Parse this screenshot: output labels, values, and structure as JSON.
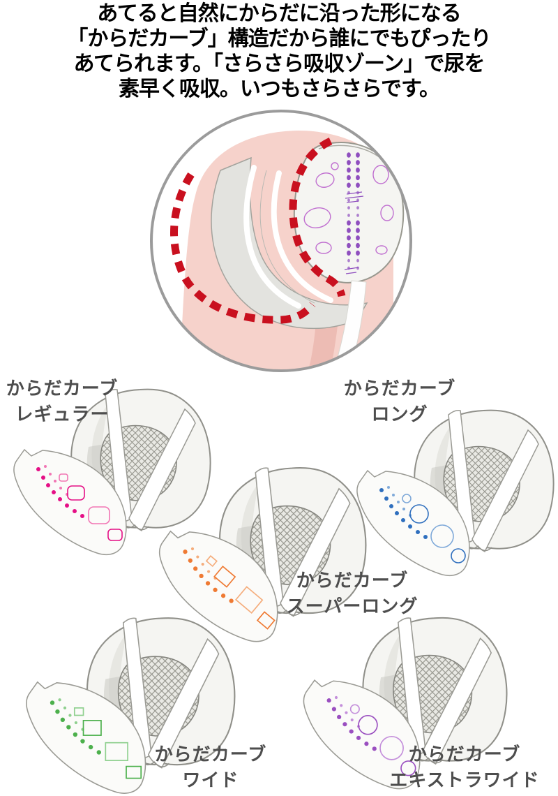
{
  "header": {
    "lines": [
      "あてると自然にからだに沿った形になる",
      "「からだカーブ」構造だから誰にでもぴったり",
      "あてられます。「さらさら吸収ゾーン」で尿を",
      "素早く吸収。いつもさらさらです。"
    ]
  },
  "hero": {
    "description": "body-curve-fit-diagram",
    "colors": {
      "ring": "#9b9b9b",
      "skin": "#f6d2cb",
      "skin_shadow": "#edbcb4",
      "pad_gray": "#e3e3df",
      "pad_light": "#f5f5f2",
      "curve_red": "#c9101f",
      "pattern_purple": "#8f4fbf",
      "pattern_purple_light": "#c06fd0"
    }
  },
  "products": [
    {
      "id": "regular",
      "line1": "からだカーブ",
      "line2": "レギュラー",
      "pattern_color": "#e50f86",
      "pattern_light": "#f176b4",
      "motif": "rounded-square"
    },
    {
      "id": "long",
      "line1": "からだカーブ",
      "line2": "ロング",
      "pattern_color": "#2f6fbe",
      "pattern_light": "#7fa9d9",
      "motif": "circle"
    },
    {
      "id": "super-long",
      "line1": "からだカーブ",
      "line2": "スーパーロング",
      "pattern_color": "#ef7a33",
      "pattern_light": "#f5ad7c",
      "motif": "diamond"
    },
    {
      "id": "wide",
      "line1": "からだカーブ",
      "line2": "ワイド",
      "pattern_color": "#4cb04c",
      "pattern_light": "#8fd08f",
      "motif": "square"
    },
    {
      "id": "extra-wide",
      "line1": "からだカーブ",
      "line2": "エキストラワイド",
      "pattern_color": "#9a4fc0",
      "pattern_light": "#c48fdb",
      "motif": "circle"
    }
  ]
}
